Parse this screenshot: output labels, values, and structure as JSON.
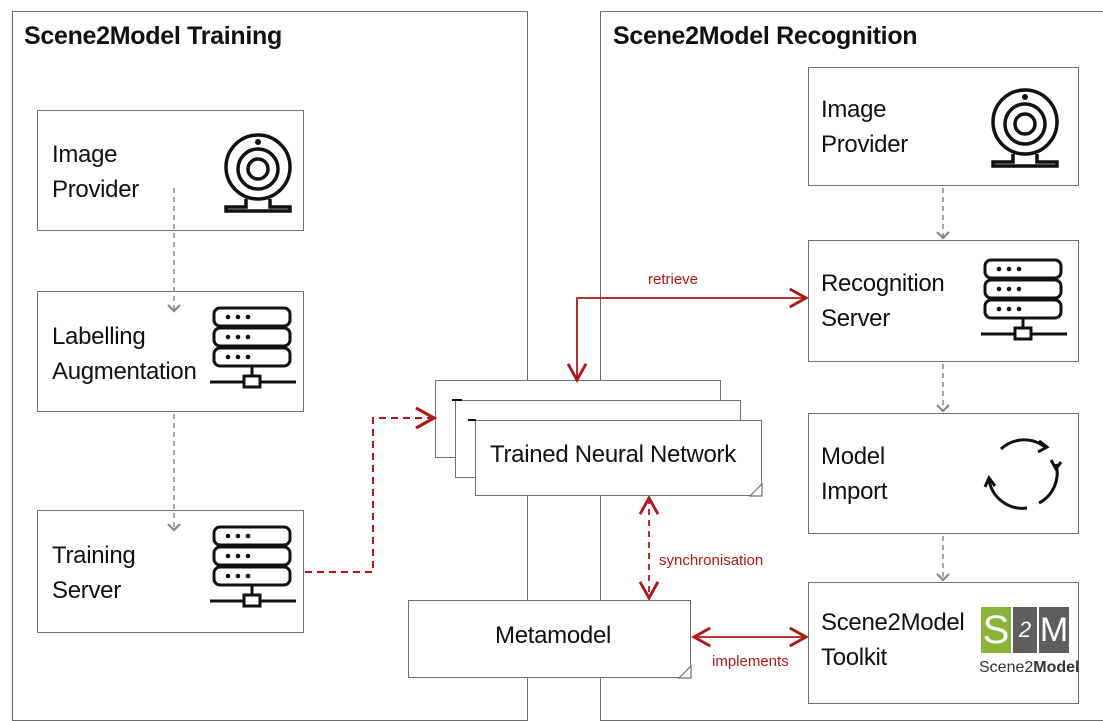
{
  "training": {
    "title": "Scene2Model Training",
    "image_provider": "Image\nProvider",
    "labelling": "Labelling\nAugmentation",
    "training_server": "Training\nServer"
  },
  "recognition": {
    "title": "Scene2Model Recognition",
    "image_provider": "Image\nProvider",
    "recognition_server": "Recognition\nServer",
    "model_import": "Model\nImport",
    "toolkit": "Scene2Model\nToolkit"
  },
  "artifacts": {
    "trained_network": "Trained Neural Network",
    "metamodel": "Metamodel"
  },
  "relations": {
    "retrieve": "retrieve",
    "synchronisation": "synchronisation",
    "implements": "implements"
  },
  "logo": {
    "letter_s": "S",
    "letter_2": "2",
    "letter_m": "M",
    "caption_a": "Scene2",
    "caption_b": "Model"
  },
  "colors": {
    "accent_red": "#b01818",
    "dashed_gray": "#8a8a8a",
    "logo_green": "#8cb33a",
    "logo_gray": "#5e5e5e"
  }
}
